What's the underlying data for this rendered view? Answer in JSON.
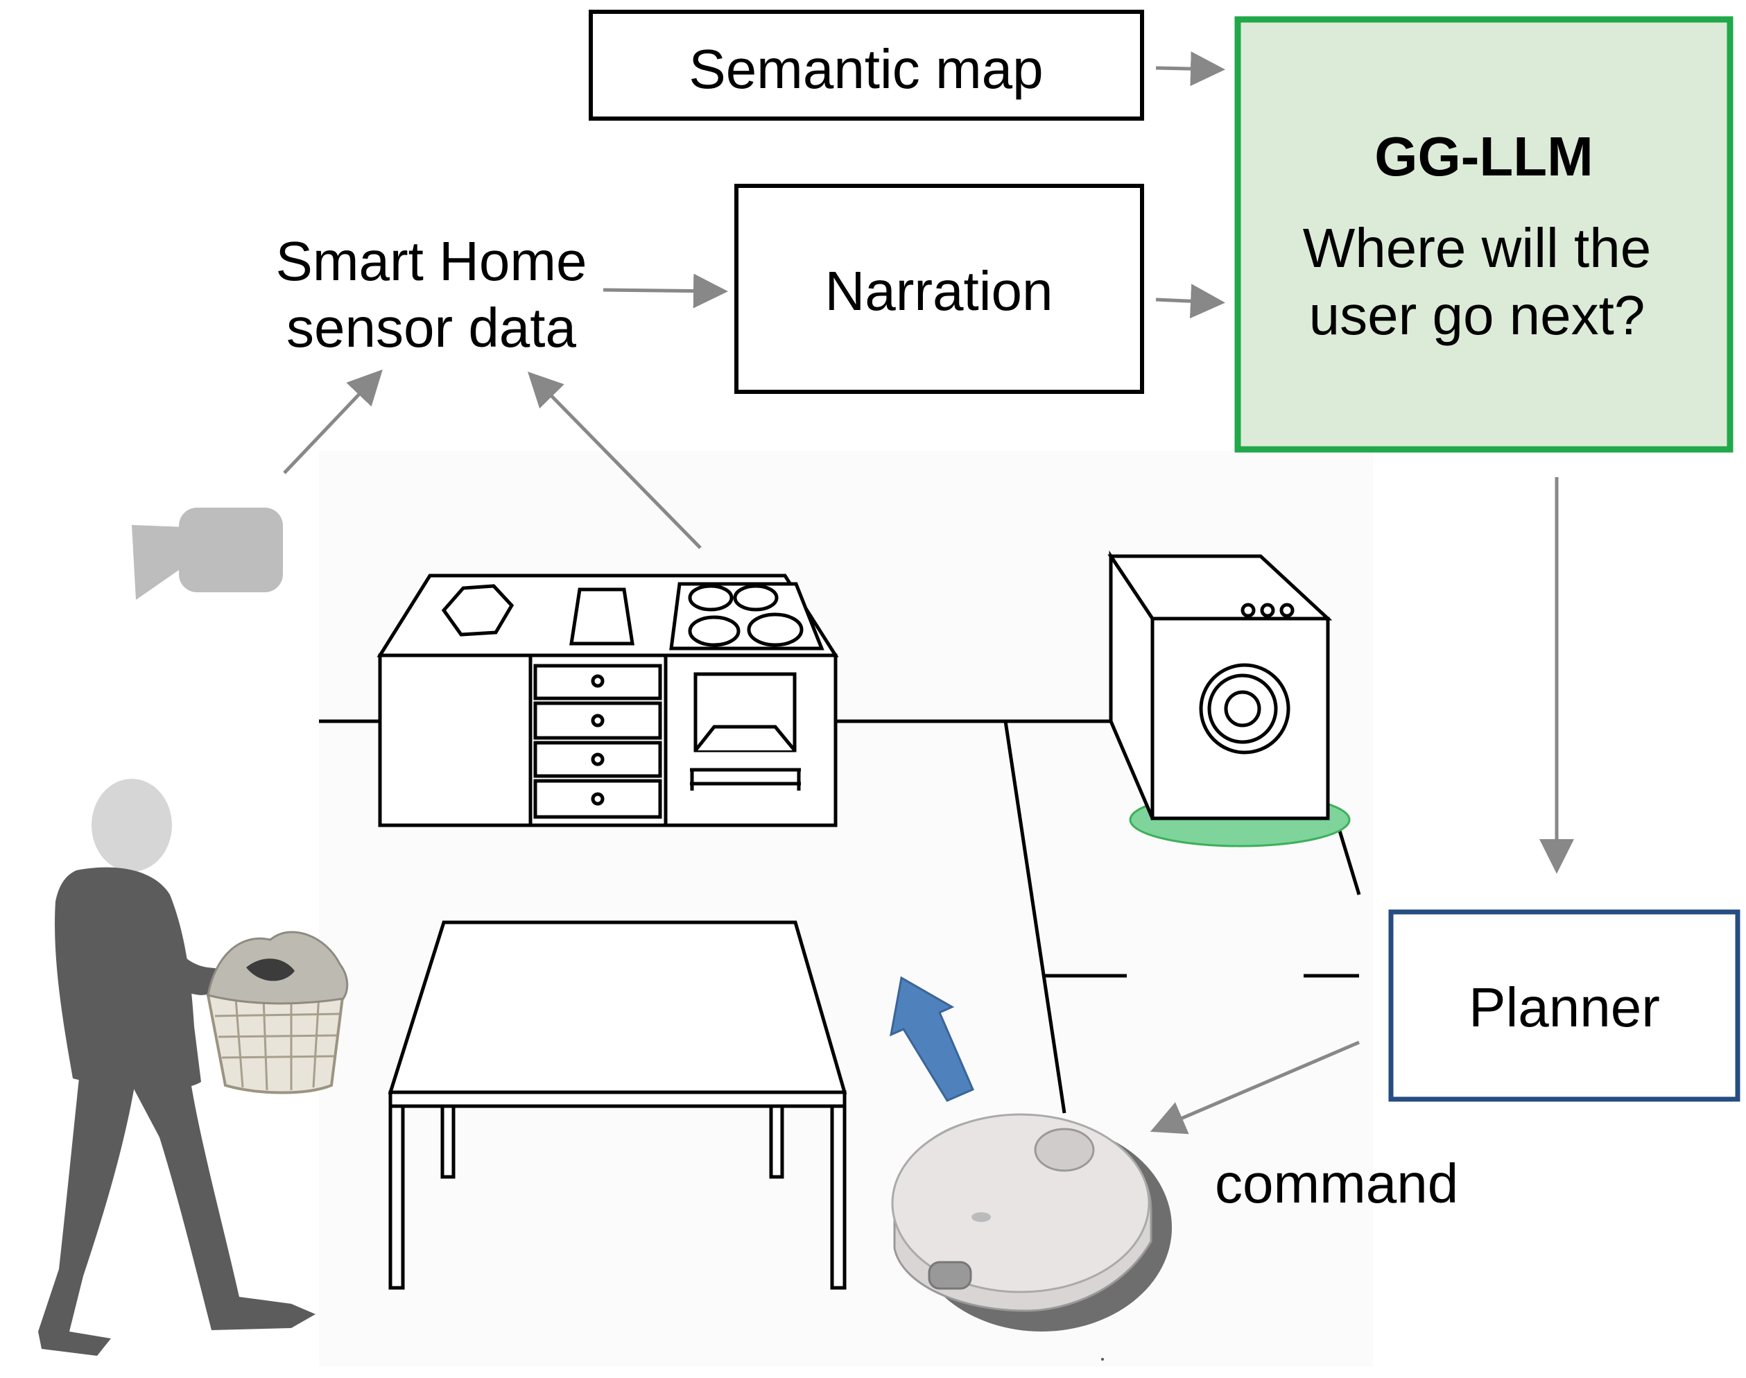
{
  "boxes": {
    "semantic_map": "Semantic map",
    "narration": "Narration",
    "planner": "Planner",
    "gg_llm": {
      "title": "GG-LLM",
      "question_line1": "Where will the",
      "question_line2": "user go next?"
    }
  },
  "labels": {
    "sensor_line1": "Smart Home",
    "sensor_line2": "sensor data",
    "command": "command"
  },
  "colors": {
    "gg_llm_fill": "#DCEBD7",
    "gg_llm_border": "#20A84A",
    "planner_border": "#264C82",
    "highlight_ellipse": "#7ED49A",
    "arrow": "#888888",
    "move_arrow": "#4F81BD",
    "person": "#5C5C5C",
    "camera": "#BDBDBD",
    "robot": "#E6E2E2"
  },
  "icons": [
    "video-camera-icon",
    "person-with-laundry-basket",
    "kitchen-counter-stove",
    "washing-machine",
    "table",
    "robot-vacuum",
    "move-arrow-icon"
  ]
}
